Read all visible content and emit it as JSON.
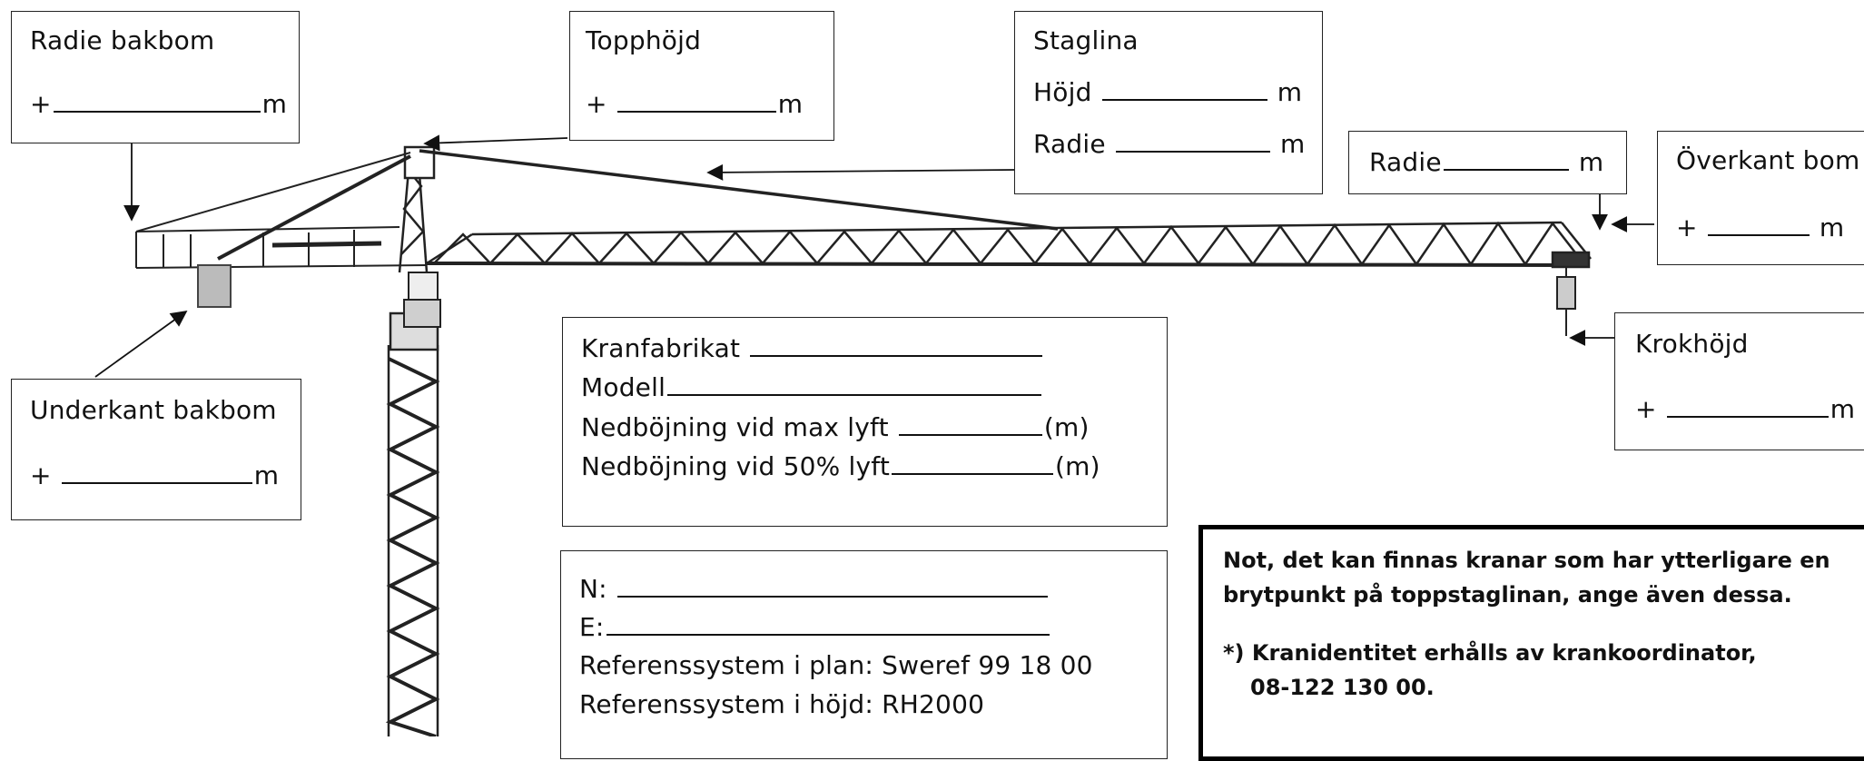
{
  "labels": {
    "radie_bakbom": {
      "title": "Radie bakbom",
      "prefix": "+",
      "unit": "m"
    },
    "topphojd": {
      "title": "Topphöjd",
      "prefix": "+",
      "unit": "m"
    },
    "staglina": {
      "title": "Staglina",
      "hojd_label": "Höjd",
      "radie_label": "Radie",
      "unit": "m"
    },
    "radie": {
      "title": "Radie",
      "unit": "m"
    },
    "overkant_bom": {
      "title": "Överkant bom",
      "prefix": "+",
      "unit": "m"
    },
    "krokhojd": {
      "title": "Krokhöjd",
      "prefix": "+",
      "unit": "m"
    },
    "underkant_bakbom": {
      "title": "Underkant bakbom",
      "prefix": "+",
      "unit": "m"
    }
  },
  "crane_info": {
    "kranfabrikat": "Kranfabrikat",
    "modell": "Modell",
    "nedbojning_max": "Nedböjning vid max lyft",
    "nedbojning_50": "Nedböjning vid 50% lyft",
    "unit": "(m)"
  },
  "coordinates": {
    "n_label": "N:",
    "e_label": "E:",
    "ref_plan": "Referenssystem i plan: Sweref 99 18 00",
    "ref_hojd": "Referenssystem i höjd: RH2000"
  },
  "note": {
    "line1": "Not, det kan finnas kranar som har ytterligare en",
    "line2": "brytpunkt på toppstaglinan, ange även dessa.",
    "line3": "*) Kranidentitet erhålls av krankoordinator,",
    "line4": "08-122 130 00."
  }
}
